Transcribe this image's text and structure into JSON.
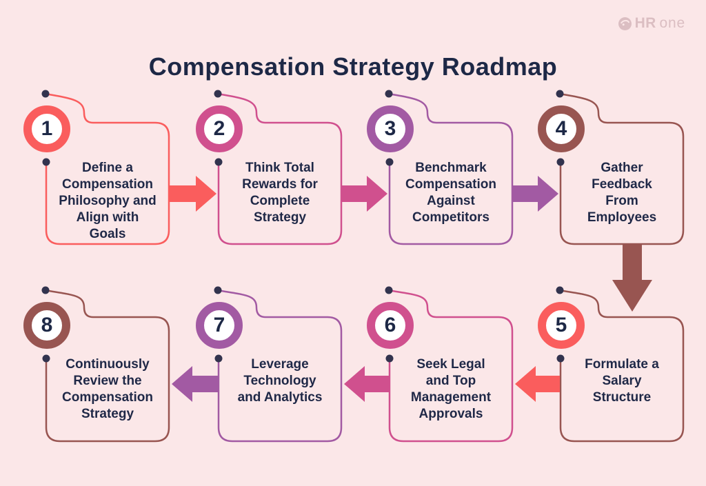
{
  "title": "Compensation Strategy Roadmap",
  "logo": {
    "brand_bold": "HR",
    "brand_light": "one"
  },
  "colors": {
    "background": "#FBE7E8",
    "title_text": "#1D2846",
    "step_text": "#1F2847",
    "dot": "#32334E",
    "logo": "#DBBEC2",
    "coral": "#FA5D5D",
    "pink": "#D0508E",
    "purple": "#A25AA3",
    "maroon": "#985551"
  },
  "steps": [
    {
      "number": "1",
      "label": "Define a Compensation Philosophy and Align with Goals",
      "lines": [
        "Define a",
        "Compensation",
        "Philosophy and",
        "Align with",
        "Goals"
      ],
      "circle_color": "coral",
      "box_color": "coral"
    },
    {
      "number": "2",
      "label": "Think Total Rewards for Complete Strategy",
      "lines": [
        "Think Total",
        "Rewards for",
        "Complete",
        "Strategy"
      ],
      "circle_color": "pink",
      "box_color": "pink"
    },
    {
      "number": "3",
      "label": "Benchmark Compensation Against Competitors",
      "lines": [
        "Benchmark",
        "Compensation",
        "Against",
        "Competitors"
      ],
      "circle_color": "purple",
      "box_color": "purple"
    },
    {
      "number": "4",
      "label": "Gather Feedback From Employees",
      "lines": [
        "Gather",
        "Feedback",
        "From",
        "Employees"
      ],
      "circle_color": "maroon",
      "box_color": "maroon"
    },
    {
      "number": "5",
      "label": "Formulate a Salary Structure",
      "lines": [
        "Formulate a",
        "Salary",
        "Structure"
      ],
      "circle_color": "coral",
      "box_color": "maroon"
    },
    {
      "number": "6",
      "label": "Seek Legal and Top Management Approvals",
      "lines": [
        "Seek Legal",
        "and Top",
        "Management",
        "Approvals"
      ],
      "circle_color": "pink",
      "box_color": "pink"
    },
    {
      "number": "7",
      "label": "Leverage Technology and Analytics",
      "lines": [
        "Leverage",
        "Technology",
        "and Analytics"
      ],
      "circle_color": "purple",
      "box_color": "purple"
    },
    {
      "number": "8",
      "label": "Continuously Review the Compensation Strategy",
      "lines": [
        "Continuously",
        "Review the",
        "Compensation",
        "Strategy"
      ],
      "circle_color": "maroon",
      "box_color": "maroon"
    }
  ],
  "arrows": [
    {
      "from": 1,
      "to": 2,
      "direction": "right",
      "color": "coral"
    },
    {
      "from": 2,
      "to": 3,
      "direction": "right",
      "color": "pink"
    },
    {
      "from": 3,
      "to": 4,
      "direction": "right",
      "color": "purple"
    },
    {
      "from": 4,
      "to": 5,
      "direction": "down",
      "color": "maroon"
    },
    {
      "from": 5,
      "to": 6,
      "direction": "left",
      "color": "coral"
    },
    {
      "from": 6,
      "to": 7,
      "direction": "left",
      "color": "pink"
    },
    {
      "from": 7,
      "to": 8,
      "direction": "left",
      "color": "purple"
    }
  ]
}
